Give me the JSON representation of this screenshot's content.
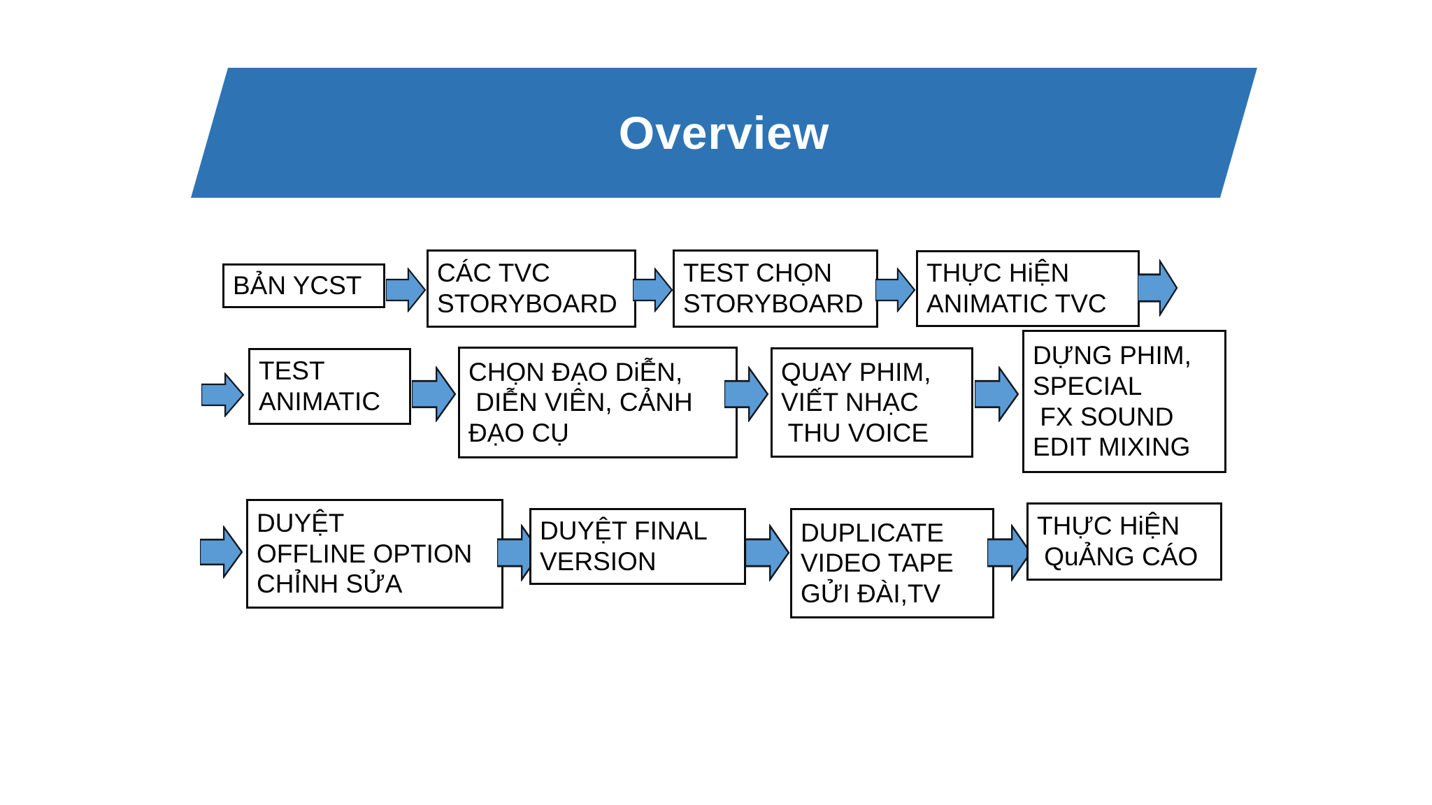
{
  "slide": {
    "title": "Overview"
  },
  "colors": {
    "banner_fill": "#2E74B5",
    "arrow_fill": "#5B9BD5",
    "arrow_stroke": "#101820",
    "box_border": "#0b0b0b",
    "box_text": "#000000",
    "title_text": "#ffffff"
  },
  "flow": {
    "rows": [
      {
        "boxes": [
          {
            "text": "BẢN YCST"
          },
          {
            "text": "CÁC TVC\nSTORYBOARD"
          },
          {
            "text": "TEST CHỌN\nSTORYBOARD"
          },
          {
            "text": "THỰC HiỆN\nANIMATIC TVC"
          }
        ]
      },
      {
        "boxes": [
          {
            "text": "TEST\nANIMATIC"
          },
          {
            "text": "CHỌN ĐẠO DiỄN,\n DIỄN VIÊN, CẢNH\nĐẠO CỤ"
          },
          {
            "text": "QUAY PHIM,\nVIẾT NHẠC\n THU VOICE"
          },
          {
            "text": "DỰNG PHIM,\nSPECIAL\n FX SOUND\nEDIT MIXING"
          }
        ]
      },
      {
        "boxes": [
          {
            "text": "DUYỆT\nOFFLINE OPTION\nCHỈNH SỬA"
          },
          {
            "text": "DUYỆT FINAL\nVERSION"
          },
          {
            "text": "DUPLICATE\nVIDEO TAPE\nGỬI ĐÀI,TV"
          },
          {
            "text": "THỰC HiỆN\n QuẢNG CÁO"
          }
        ]
      }
    ]
  }
}
